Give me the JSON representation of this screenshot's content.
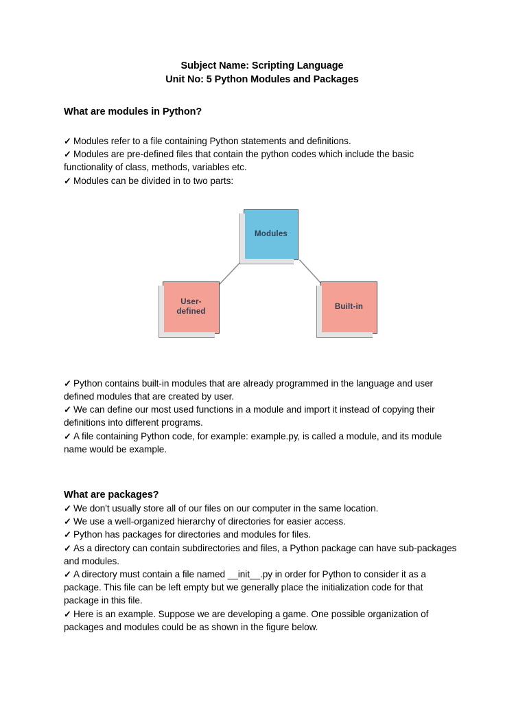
{
  "document": {
    "title_line_1": "Subject Name: Scripting Language",
    "title_line_2": "Unit No: 5 Python Modules and Packages"
  },
  "bullet_glyph": "✓",
  "sections": [
    {
      "heading": "What are modules in Python?",
      "bullets": [
        "Modules refer to a file containing Python statements and definitions.",
        "Modules are pre-defined files that contain the python codes which include the basic functionality of class, methods, variables etc.",
        "Modules can be divided in to two parts:"
      ]
    },
    {
      "heading": "What are packages?",
      "bullets": [
        "We don't usually store all of our files on our computer in the same location.",
        "We use a well-organized hierarchy of directories for easier access.",
        "Python has packages for directories and modules for files.",
        "As a directory can contain subdirectories and files, a Python package can have sub-packages and modules.",
        "A directory must contain a file named __init__.py in order for Python to consider it as a package. This file can be left empty but we generally place the initialization code for that package in this file.",
        "Here is an example. Suppose we are developing a game. One possible organization of packages and modules could be as shown in the figure below."
      ]
    }
  ],
  "post_diagram_bullets": [
    "Python contains built-in modules that are already programmed in the language and user defined modules that are created by user.",
    "We can define our most used functions in a module and import it instead of copying their definitions into different programs.",
    "A file containing Python code, for example: example.py, is called a module, and its module name would be example."
  ],
  "diagram": {
    "nodes": {
      "top": "Modules",
      "left": "User-\ndefined",
      "left_line_1": "User-",
      "left_line_2": "defined",
      "right": "Built-in"
    },
    "colors": {
      "top_fill": "#6cc2e0",
      "branch_fill": "#f5a094",
      "outline": "#4a4a52",
      "shadow": "#e3e3e4",
      "label_text": "#2f4054",
      "connector": "#8a8a90"
    }
  }
}
